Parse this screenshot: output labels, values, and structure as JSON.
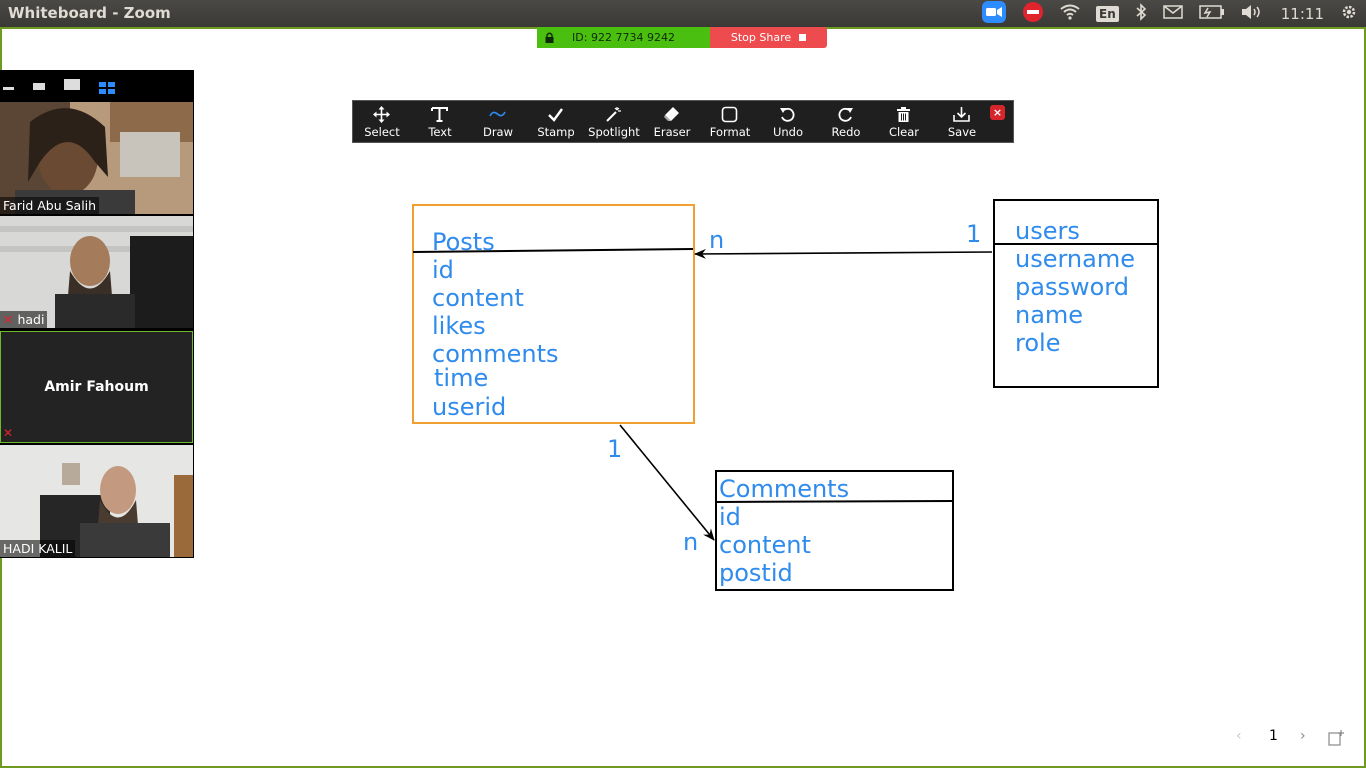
{
  "window": {
    "title": "Whiteboard - Zoom"
  },
  "tray": {
    "keyboard_layout": "En",
    "clock": "11:11"
  },
  "share_bar": {
    "meeting_id": "ID: 922 7734 9242",
    "stop_share": "Stop Share"
  },
  "participants": [
    {
      "name": "Farid Abu Salih",
      "muted": false,
      "video": true
    },
    {
      "name": "hadi",
      "muted": true,
      "video": true
    },
    {
      "name": "Amir Fahoum",
      "muted": true,
      "video": false,
      "active_speaker": true
    },
    {
      "name": "HADI KALIL",
      "muted": false,
      "video": true
    }
  ],
  "toolbar": {
    "tools": [
      "Select",
      "Text",
      "Draw",
      "Stamp",
      "Spotlight",
      "Eraser",
      "Format",
      "Undo",
      "Redo",
      "Clear",
      "Save"
    ],
    "close": "×"
  },
  "whiteboard": {
    "posts": {
      "title": "Posts",
      "fields": [
        "id",
        "content",
        "likes",
        "comments",
        "time",
        "userid"
      ]
    },
    "users": {
      "title": "users",
      "fields": [
        "username",
        "password",
        "name",
        "role"
      ]
    },
    "comments": {
      "title": "Comments",
      "fields": [
        "id",
        "content",
        "postid"
      ]
    },
    "cardinality": {
      "users_side": "1",
      "posts_side": "n",
      "posts_to_comments": "1",
      "comments_side": "n"
    }
  },
  "pager": {
    "page": "1"
  },
  "colors": {
    "ink": "#2f8bec",
    "posts_border": "#f0a030",
    "frame": "#6e9a22",
    "meeting_id_bg": "#4bbf0f",
    "stop_share_bg": "#ee4b4e"
  }
}
